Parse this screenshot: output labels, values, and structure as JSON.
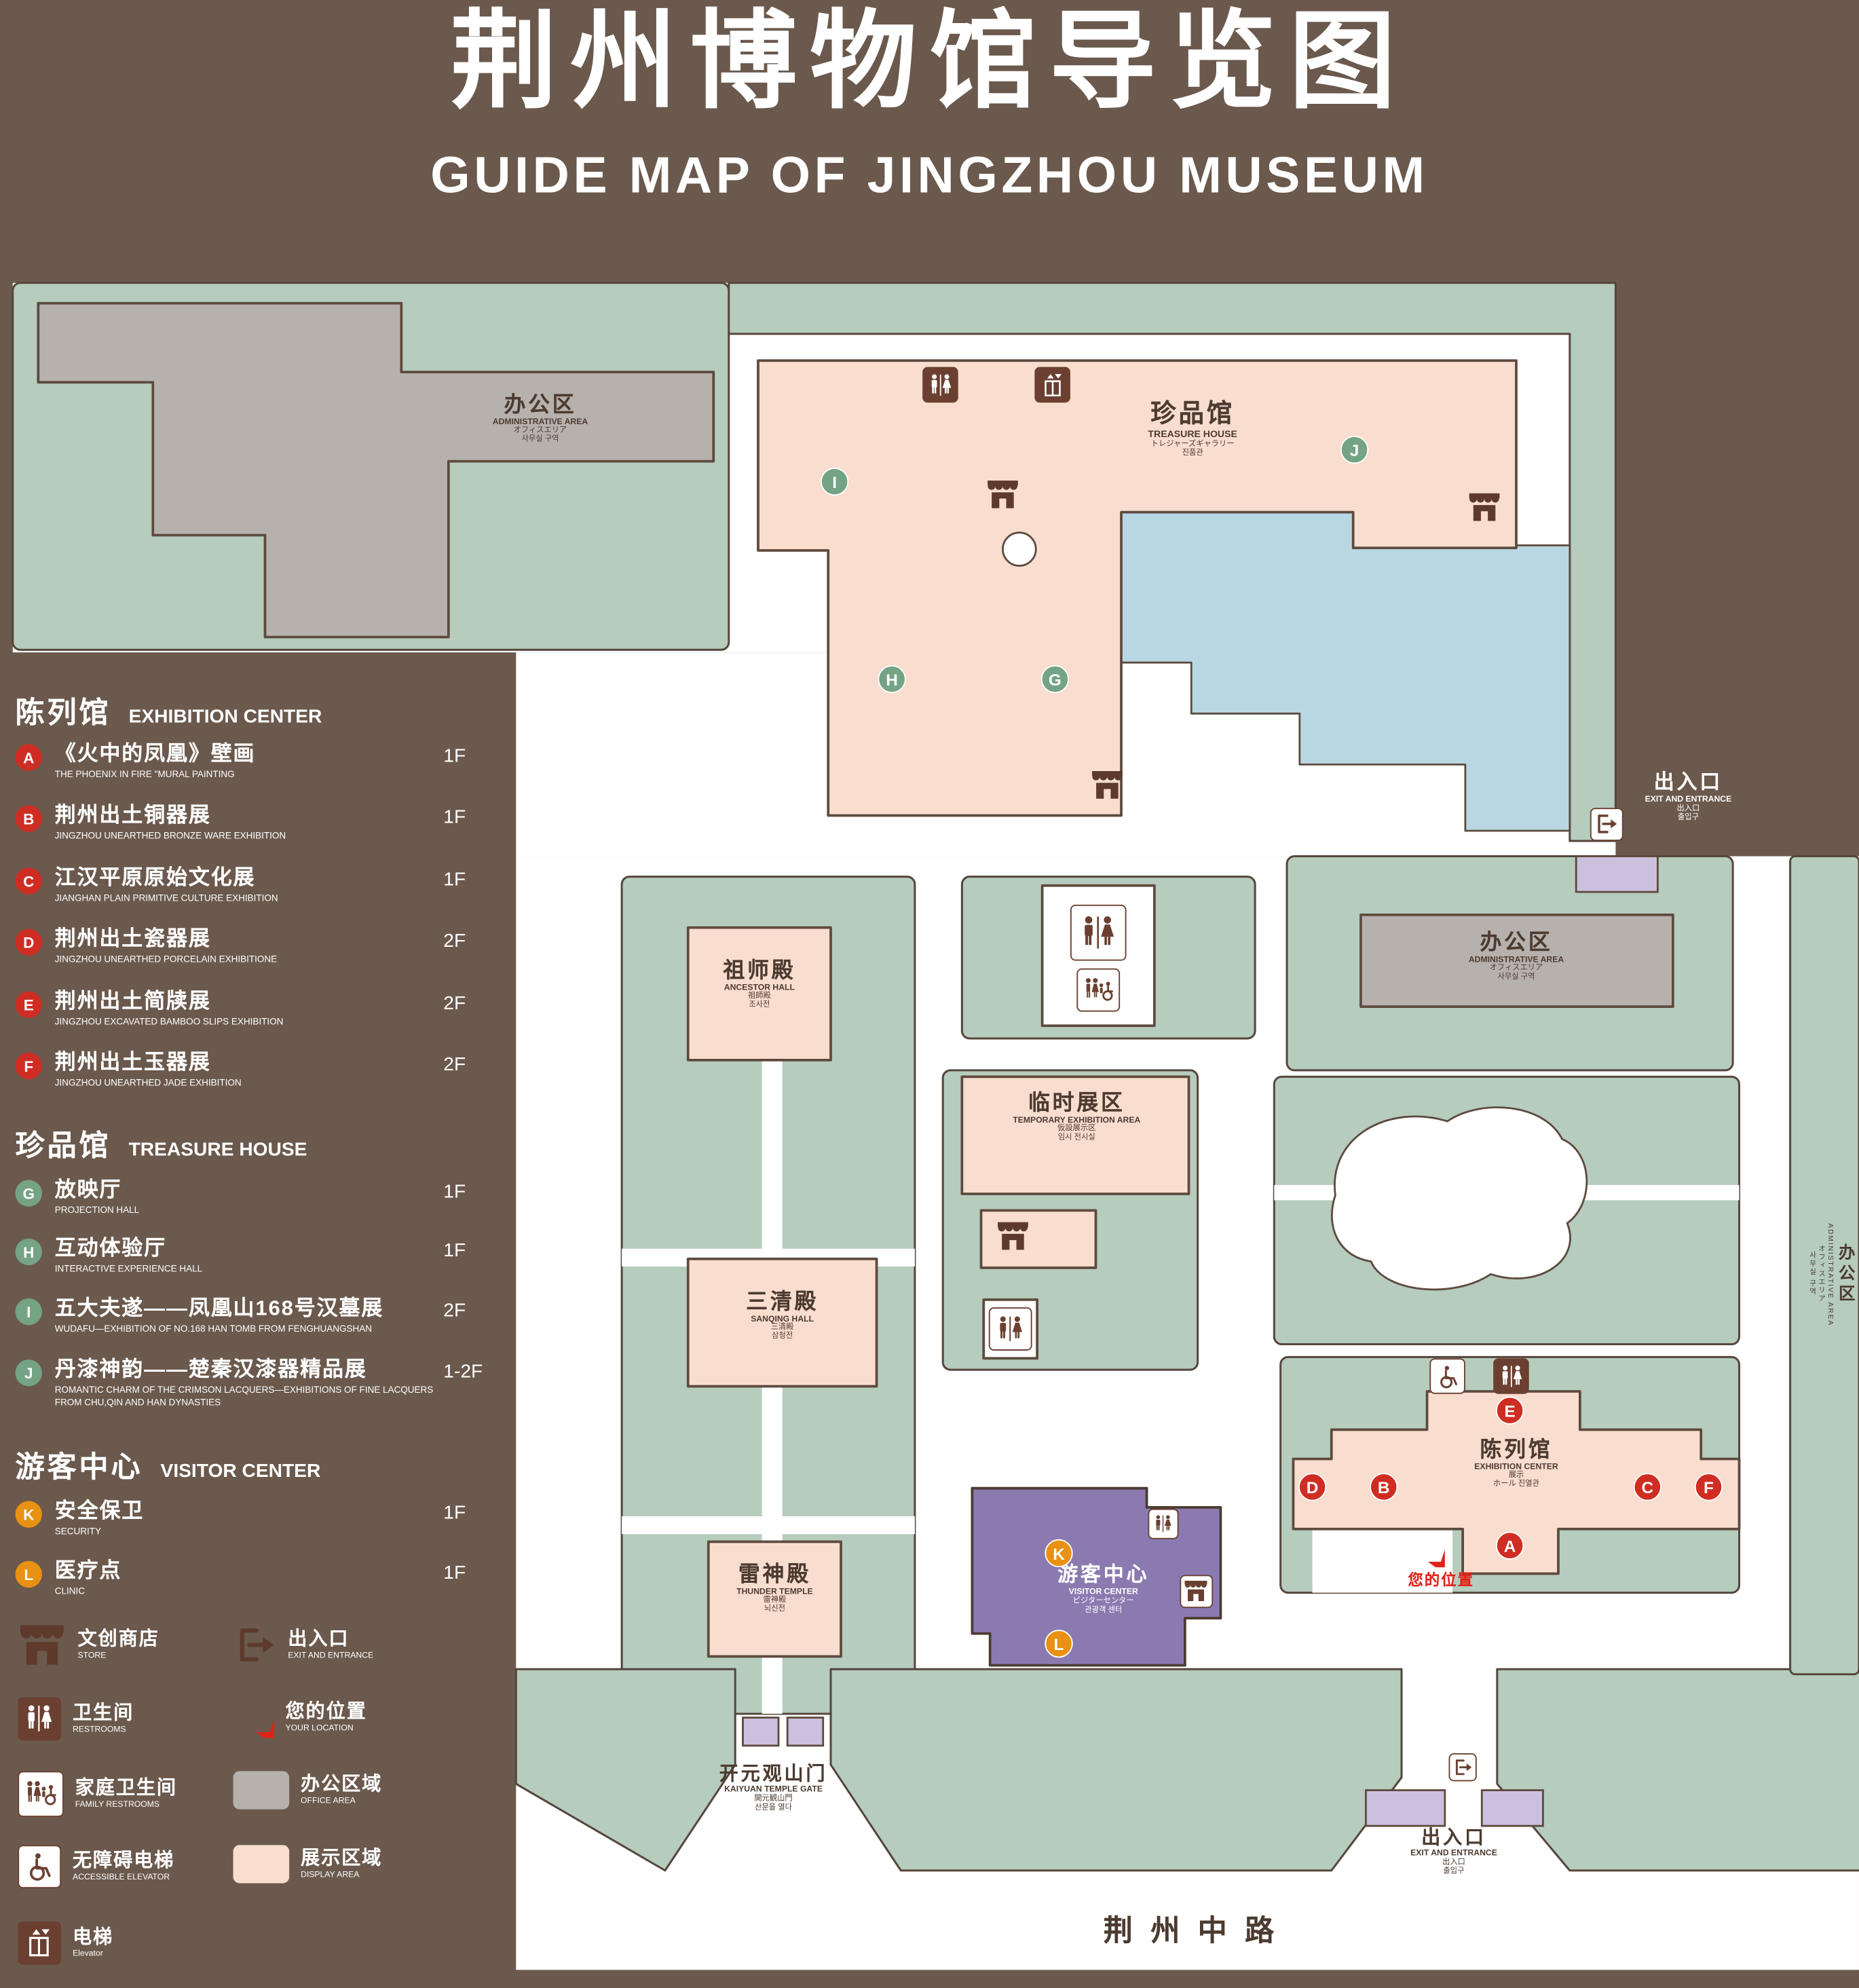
{
  "title": {
    "zh": "荆州博物馆导览图",
    "en": "GUIDE MAP OF JINGZHOU MUSEUM"
  },
  "legend": {
    "sections": [
      {
        "id": "exhibition-center",
        "zh": "陈列馆",
        "en": "EXHIBITION CENTER",
        "badge_color": "#cf2d23",
        "items": [
          {
            "key": "A",
            "zh": "《火中的凤凰》壁画",
            "en": "THE PHOENIX IN FIRE \"MURAL PAINTING",
            "floor": "1F"
          },
          {
            "key": "B",
            "zh": "荆州出土铜器展",
            "en": "JINGZHOU UNEARTHED BRONZE WARE EXHIBITION",
            "floor": "1F"
          },
          {
            "key": "C",
            "zh": "江汉平原原始文化展",
            "en": "JIANGHAN PLAIN PRIMITIVE CULTURE EXHIBITION",
            "floor": "1F"
          },
          {
            "key": "D",
            "zh": "荆州出土瓷器展",
            "en": "JINGZHOU UNEARTHED PORCELAIN EXHIBITIONE",
            "floor": "2F"
          },
          {
            "key": "E",
            "zh": "荆州出土简牍展",
            "en": "JINGZHOU EXCAVATED BAMBOO SLIPS EXHIBITION",
            "floor": "2F"
          },
          {
            "key": "F",
            "zh": "荆州出土玉器展",
            "en": "JINGZHOU UNEARTHED JADE EXHIBITION",
            "floor": "2F"
          }
        ]
      },
      {
        "id": "treasure-house",
        "zh": "珍品馆",
        "en": "TREASURE HOUSE",
        "badge_color": "#74a385",
        "items": [
          {
            "key": "G",
            "zh": "放映厅",
            "en": "PROJECTION HALL",
            "floor": "1F"
          },
          {
            "key": "H",
            "zh": "互动体验厅",
            "en": "INTERACTIVE EXPERIENCE HALL",
            "floor": "1F"
          },
          {
            "key": "I",
            "zh": "五大夫遂——凤凰山168号汉墓展",
            "en": "WUDAFU—EXHIBITION OF NO.168 HAN TOMB FROM FENGHUANGSHAN",
            "floor": "2F"
          },
          {
            "key": "J",
            "zh": "丹漆神韵——楚秦汉漆器精品展",
            "en": "ROMANTIC CHARM OF THE CRIMSON LACQUERS—EXHIBITIONS OF FINE LACQUERS FROM CHU,QIN AND HAN DYNASTIES",
            "floor": "1-2F"
          }
        ]
      },
      {
        "id": "visitor-center",
        "zh": "游客中心",
        "en": "VISITOR CENTER",
        "badge_color": "#e89112",
        "items": [
          {
            "key": "K",
            "zh": "安全保卫",
            "en": "SECURITY",
            "floor": "1F"
          },
          {
            "key": "L",
            "zh": "医疗点",
            "en": "CLINIC",
            "floor": "1F"
          }
        ]
      }
    ],
    "symbols": [
      {
        "icon": "store-icon",
        "zh": "文创商店",
        "en": "STORE"
      },
      {
        "icon": "exit-icon",
        "zh": "出入口",
        "en": "EXIT AND ENTRANCE"
      },
      {
        "icon": "restroom-icon",
        "zh": "卫生间",
        "en": "RESTROOMS"
      },
      {
        "icon": "location-icon",
        "zh": "您的位置",
        "en": "YOUR LOCATION"
      },
      {
        "icon": "family-restroom-icon",
        "zh": "家庭卫生间",
        "en": "FAMILY RESTROOMS"
      },
      {
        "icon": "office-swatch",
        "zh": "办公区域",
        "en": "OFFICE AREA"
      },
      {
        "icon": "accessible-elevator-icon",
        "zh": "无障碍电梯",
        "en": "ACCESSIBLE ELEVATOR"
      },
      {
        "icon": "display-swatch",
        "zh": "展示区域",
        "en": "DISPLAY AREA"
      },
      {
        "icon": "elevator-icon",
        "zh": "电梯",
        "en": "Elevator"
      }
    ]
  },
  "map": {
    "labels": {
      "admin_top": {
        "zh": "办公区",
        "en": "ADMINISTRATIVE AREA",
        "jp": "オフィスエリア",
        "kr": "사무실 구역"
      },
      "treasure_house": {
        "zh": "珍品馆",
        "en": "TREASURE HOUSE",
        "jp": "トレジャーズギャラリー",
        "kr": "진품관"
      },
      "exit_right": {
        "zh": "出入口",
        "en": "EXIT AND ENTRANCE",
        "jp": "出入口",
        "kr": "출입구"
      },
      "ancestor_hall": {
        "zh": "祖师殿",
        "en": "ANCESTOR HALL",
        "jp": "祖師殿",
        "kr": "조사전"
      },
      "admin_right": {
        "zh": "办公区",
        "en": "ADMINISTRATIVE AREA",
        "jp": "オフィスエリア",
        "kr": "사무실 구역"
      },
      "temporary_area": {
        "zh": "临时展区",
        "en": "TEMPORARY EXHIBITION AREA",
        "jp": "仮設展示区",
        "kr": "임시 전시실"
      },
      "sanqing_hall": {
        "zh": "三清殿",
        "en": "SANQING HALL",
        "jp": "三清殿",
        "kr": "삼청전"
      },
      "exhibition_center": {
        "zh": "陈列馆",
        "en": "EXHIBITION CENTER",
        "jp": "展示",
        "kr": "ホール 진열관"
      },
      "thunder_temple": {
        "zh": "雷神殿",
        "en": "THUNDER TEMPLE",
        "jp": "雷神殿",
        "kr": "뇌신전"
      },
      "visitor_center": {
        "zh": "游客中心",
        "en": "VISITOR CENTER",
        "jp": "ビジターセンター",
        "kr": "관광객 센터"
      },
      "your_location": {
        "zh": "您的位置"
      },
      "kaiyuan_gate": {
        "zh": "开元观山门",
        "en": "KAIYUAN TEMPLE GATE",
        "jp": "開元観山門",
        "kr": "산문을 열다"
      },
      "exit_bottom": {
        "zh": "出入口",
        "en": "EXIT AND ENTRANCE",
        "jp": "出入口",
        "kr": "출입구"
      },
      "road": {
        "zh": "荆州中路"
      },
      "admin_far_right": {
        "zh": "办公区",
        "en": "ADMINISTRATIVE AREA",
        "jp": "オフィスエリア",
        "kr": "사무실 구역"
      }
    },
    "marker_letters": {
      "a": "A",
      "b": "B",
      "c": "C",
      "d": "D",
      "e": "E",
      "f": "F",
      "g": "G",
      "h": "H",
      "i": "I",
      "j": "J",
      "k": "K",
      "l": "L"
    }
  },
  "colors": {
    "background": "#6b594d",
    "green_area": "#b6ccbd",
    "display_area": "#f9ddcf",
    "office_area": "#b7b1ad",
    "water": "#b9d7e2",
    "visitor_center": "#8a7ab0",
    "entrance_block": "#cbc1de",
    "badge_red": "#cf2d23",
    "badge_green": "#74a385",
    "badge_orange": "#e89112",
    "accent_red": "#e02318",
    "line": "#4c3b30"
  }
}
